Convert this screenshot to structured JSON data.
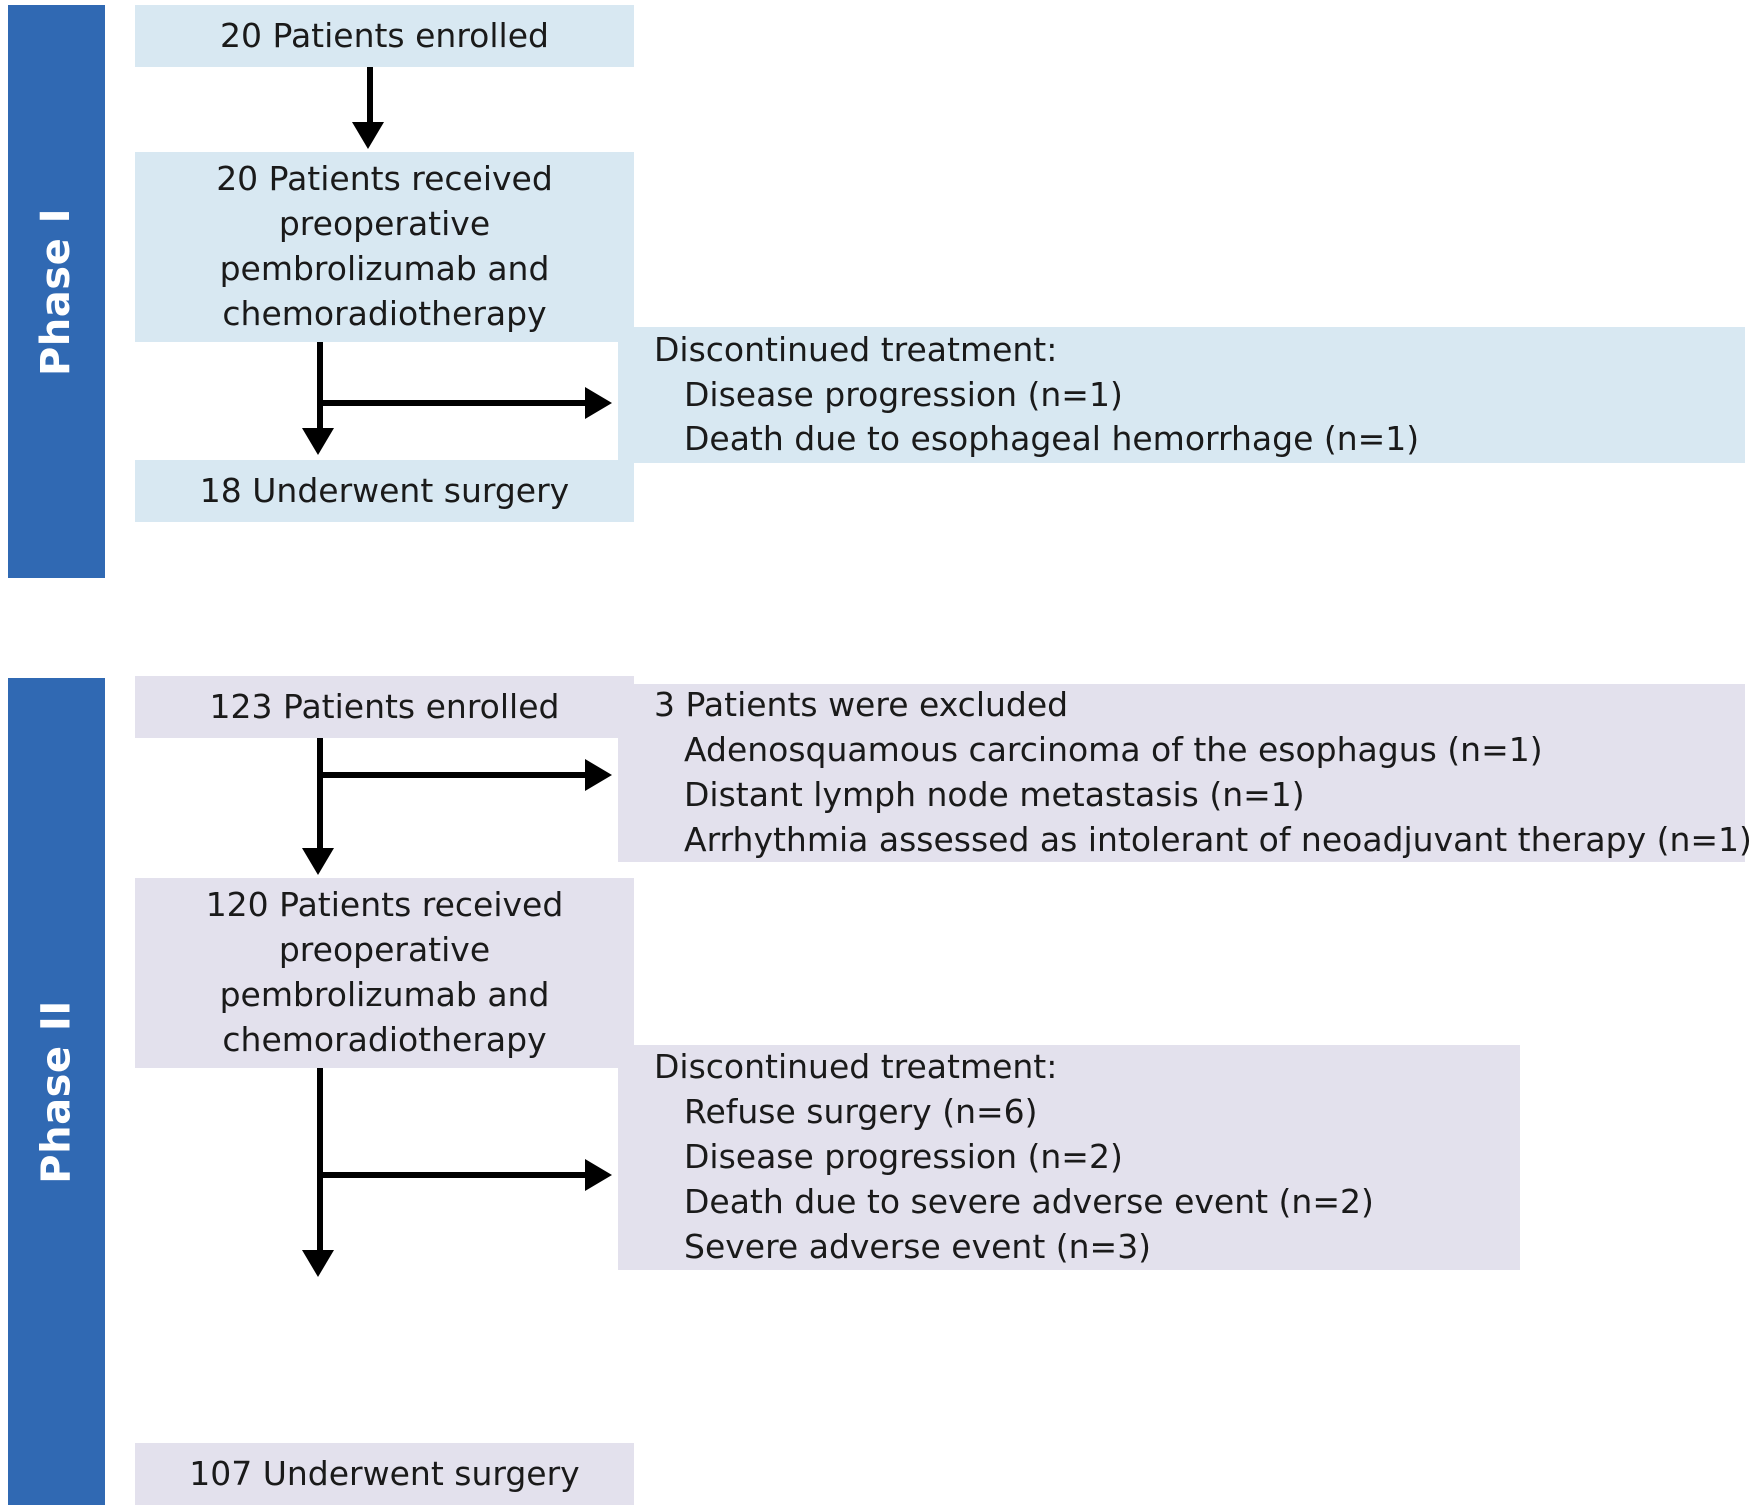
{
  "figure": {
    "type": "flowchart",
    "description": "CONSORT-style patient flow diagram for Phase I and Phase II trial of preoperative pembrolizumab and chemoradiotherapy"
  },
  "phases": [
    {
      "id": "phase-1",
      "label": "Phase I",
      "accent_color": "#3069B3",
      "box_color": "#D8E8F2",
      "nodes": [
        {
          "id": "p1-enrolled",
          "lines": [
            "20 Patients enrolled"
          ]
        },
        {
          "id": "p1-received",
          "lines": [
            "20 Patients received",
            "preoperative",
            "pembrolizumab and",
            "chemoradiotherapy"
          ]
        },
        {
          "id": "p1-surgery",
          "lines": [
            "18 Underwent surgery"
          ]
        }
      ],
      "side_notes": [
        {
          "id": "p1-discontinued",
          "heading": "Discontinued treatment:",
          "items": [
            "Disease progression (n=1)",
            "Death due to esophageal hemorrhage (n=1)"
          ]
        }
      ]
    },
    {
      "id": "phase-2",
      "label": "Phase II",
      "accent_color": "#3069B3",
      "box_color": "#E3E1ED",
      "nodes": [
        {
          "id": "p2-enrolled",
          "lines": [
            "123 Patients enrolled"
          ]
        },
        {
          "id": "p2-received",
          "lines": [
            "120 Patients received",
            "preoperative",
            "pembrolizumab and",
            "chemoradiotherapy"
          ]
        },
        {
          "id": "p2-surgery",
          "lines": [
            "107 Underwent surgery"
          ]
        }
      ],
      "side_notes": [
        {
          "id": "p2-excluded",
          "heading": "3 Patients were excluded",
          "items": [
            "Adenosquamous carcinoma of the esophagus (n=1)",
            "Distant lymph node metastasis (n=1)",
            "Arrhythmia assessed as intolerant of neoadjuvant therapy (n=1)"
          ]
        },
        {
          "id": "p2-discontinued",
          "heading": "Discontinued treatment:",
          "items": [
            "Refuse surgery (n=6)",
            "Disease progression (n=2)",
            "Death due to severe adverse event (n=2)",
            "Severe adverse event (n=3)"
          ]
        }
      ]
    }
  ]
}
